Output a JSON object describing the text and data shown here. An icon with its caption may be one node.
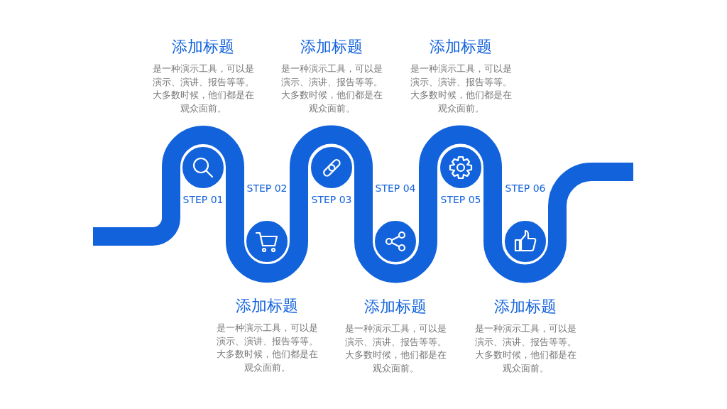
{
  "diagram": {
    "nodes": [
      {
        "text": [
          "STEP 01"
        ]
      },
      {
        "text": [
          "STEP 02"
        ]
      },
      {
        "text": [
          "STEP 03"
        ]
      },
      {
        "text": [
          "STEP 04"
        ]
      },
      {
        "text": [
          "STEP 05"
        ]
      },
      {
        "text": [
          "STEP 06"
        ]
      }
    ],
    "labels": [
      "添加标题",
      "是一种演示工具，可以是演示、演讲、报告等等。大多数时候，他们都是在观众面前。",
      "添加标题",
      "是一种演示工具，可以是演示、演讲、报告等等。大多数时候，他们都是在观众面前。",
      "添加标题",
      "是一种演示工具，可以是演示、演讲、报告等等。大多数时候，他们都是在观众面前。",
      "添加标题",
      "是一种演示工具，可以是演示、演讲、报告等等。大多数时候，他们都是在观众面前。",
      "添加标题",
      "是一种演示工具，可以是演示、演讲、报告等等。大多数时候，他们都是在观众面前。",
      "添加标题",
      "是一种演示工具，可以是演示、演讲、报告等等。大多数时候，他们都是在观众面前。"
    ]
  }
}
